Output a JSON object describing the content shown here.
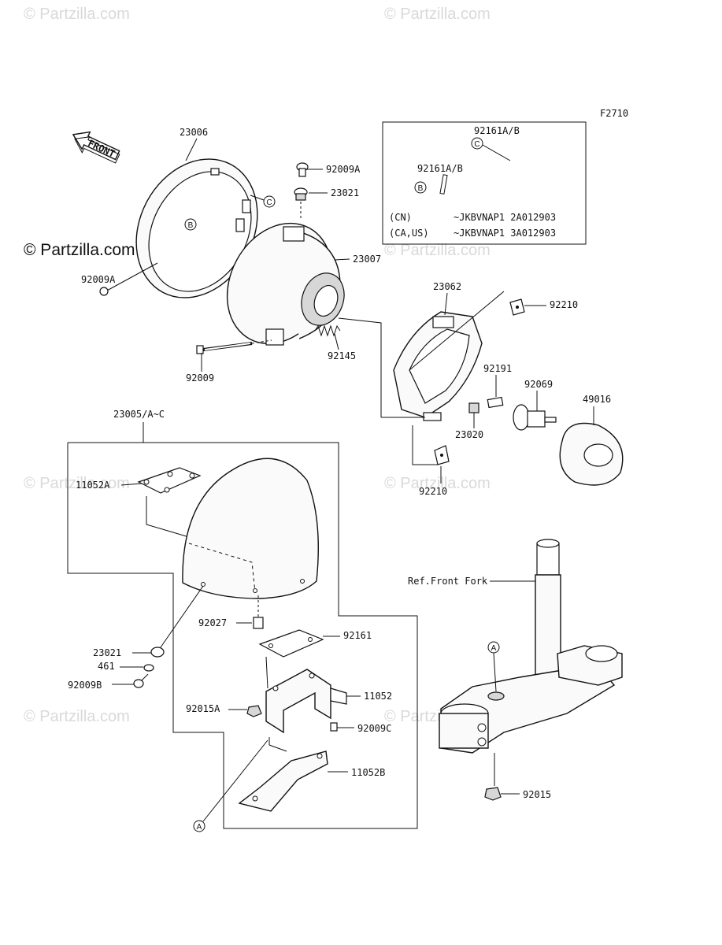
{
  "watermarks": {
    "top_left": "© Partzilla.com",
    "top_right": "© Partzilla.com",
    "mid_left_dark": "© Partzilla.com",
    "mid_center": "© Partzilla.com",
    "left_mid2": "© Partzilla.com",
    "center_mid2": "© Partzilla.com",
    "left_bottom": "© Partzilla.com",
    "center_bottom": "© Partzilla.com"
  },
  "figure_code": "F2710",
  "front_arrow": "FRONT",
  "inset": {
    "label_c": "92161A/B",
    "label_b": "92161A/B",
    "row1_region": "(CN)",
    "row1_range": "~JKBVNAP1 2A012903",
    "row2_region": "(CA,US)",
    "row2_range": "~JKBVNAP1 3A012903"
  },
  "callouts": {
    "a": "A",
    "b": "B",
    "c": "C"
  },
  "parts": {
    "p23006": "23006",
    "p92009a_top": "92009A",
    "p23021_top": "23021",
    "p92009a_left": "92009A",
    "p23007": "23007",
    "p92145": "92145",
    "p92009": "92009",
    "p23062": "23062",
    "p92210_top": "92210",
    "p92191": "92191",
    "p92069": "92069",
    "p49016": "49016",
    "p23020": "23020",
    "p92210_bottom": "92210",
    "p23005": "23005/A~C",
    "p11052a": "11052A",
    "p92027": "92027",
    "p92161": "92161",
    "p23021_left": "23021",
    "p461": "461",
    "p92009b": "92009B",
    "p11052": "11052",
    "p92015a": "92015A",
    "p92009c": "92009C",
    "p11052b": "11052B",
    "ref_front_fork": "Ref.Front Fork",
    "p92015": "92015"
  }
}
